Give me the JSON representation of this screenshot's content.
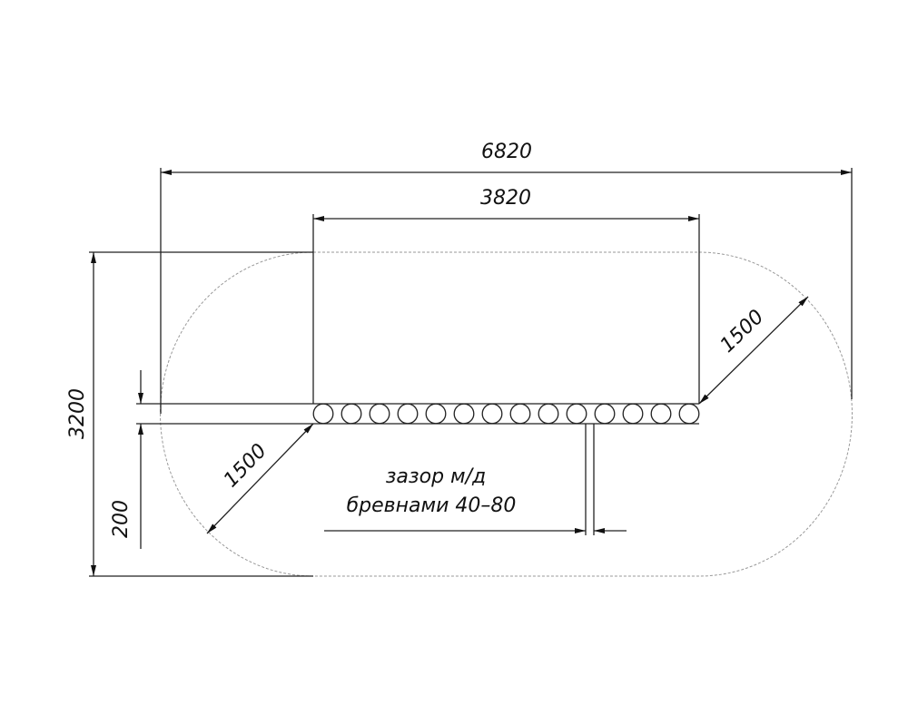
{
  "dimensions": {
    "overall_length": "6820",
    "straight_length": "3820",
    "overall_width": "3200",
    "log_row_width": "200",
    "radius_right": "1500",
    "radius_left": "1500"
  },
  "note": {
    "line1": "зазор м/д",
    "line2": "бревнами 40–80"
  },
  "log_count": 14
}
